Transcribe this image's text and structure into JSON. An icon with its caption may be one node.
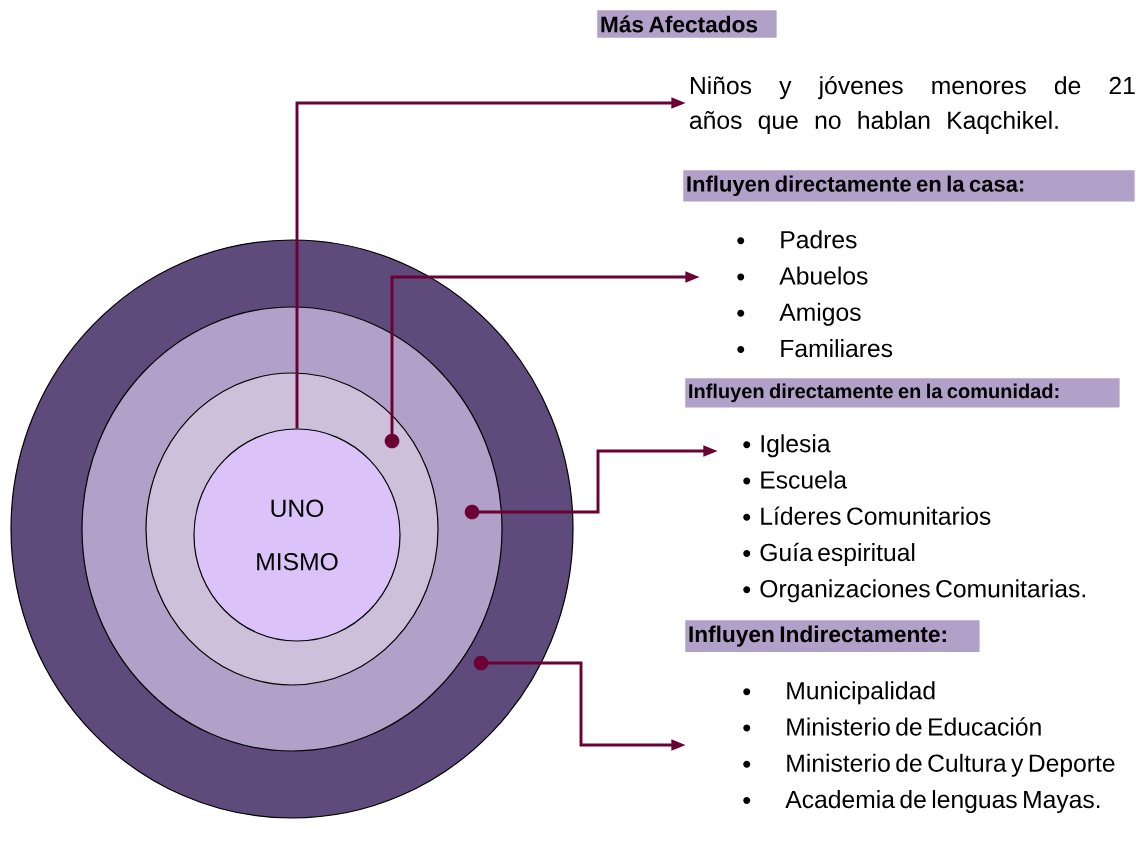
{
  "diagram": {
    "nodes": [
      {
        "text": [],
        "shape": "circle"
      },
      {
        "text": [],
        "shape": "circle",
        "in": 0
      },
      {
        "text": [],
        "shape": "circle",
        "in": 1
      },
      {
        "text": [
          "UNO MISMO"
        ],
        "in": 2
      },
      {
        "text": [
          "Más Afectados"
        ]
      },
      {
        "text": [
          "Niños y jóvenes menores de 21 años que no hablan Kaqchikel."
        ]
      },
      {
        "text": [
          "Influyen directamente en la casa:"
        ]
      },
      {
        "text": [
          "Padres",
          "Abuelos",
          "Amigos",
          "Familiares"
        ]
      },
      {
        "text": [
          "Influyen directamente en la comunidad:"
        ]
      },
      {
        "text": [
          "Iglesia",
          "Escuela",
          "Líderes Comunitarios",
          "Guía espiritual",
          "Organizaciones Comunitarias."
        ]
      },
      {
        "text": [
          "Influyen Indirectamente:"
        ]
      },
      {
        "text": [
          "Municipalidad",
          "Ministerio de Educación",
          "Ministerio de Cultura y Deporte",
          "Academia de lenguas Mayas."
        ]
      }
    ],
    "edges": [
      {
        "from": 3,
        "to": 5,
        "arrow": "to"
      },
      {
        "from": 2,
        "to": 7,
        "arrow": "to"
      },
      {
        "from": 1,
        "to": 9,
        "arrow": "to"
      },
      {
        "from": 0,
        "to": 11,
        "arrow": "to"
      }
    ]
  }
}
